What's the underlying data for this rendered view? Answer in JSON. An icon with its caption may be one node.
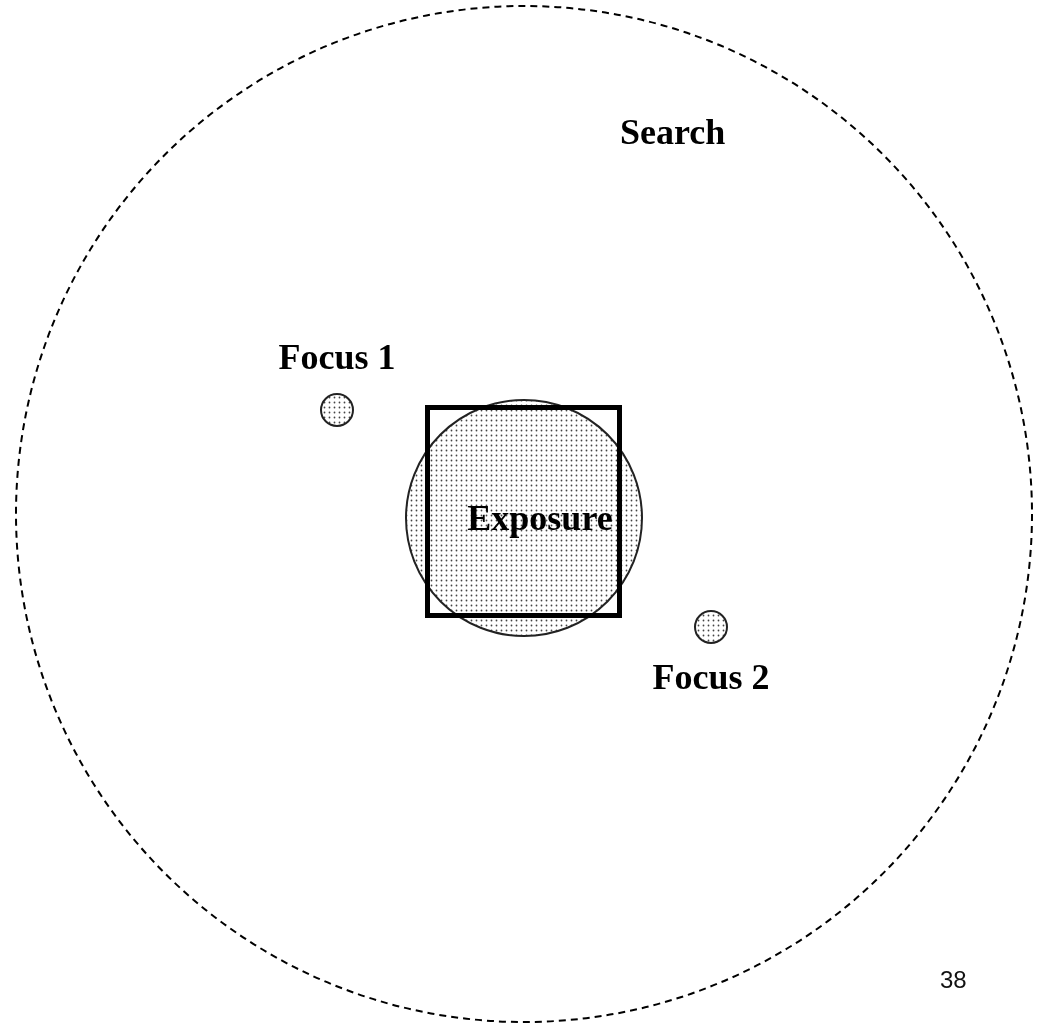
{
  "diagram": {
    "nodes": [
      {
        "text": [
          "Search"
        ]
      },
      {
        "text": [
          "Focus 1"
        ],
        "in": 0
      },
      {
        "text": [],
        "shape": "circle",
        "in": 0
      },
      {
        "text": [
          "Exposure"
        ],
        "in": 2
      },
      {
        "text": [
          "Focus 2"
        ],
        "in": 0
      }
    ],
    "labels": [
      "38"
    ]
  }
}
